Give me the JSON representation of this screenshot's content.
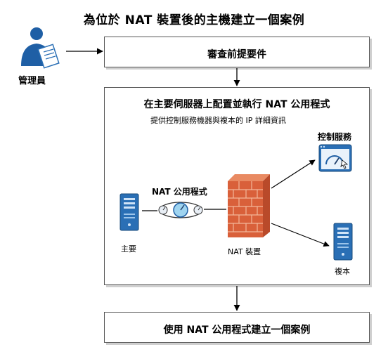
{
  "title": "為位於 NAT 裝置後的主機建立一個案例",
  "actor": {
    "label": "管理員"
  },
  "step1": {
    "label": "審查前提要件"
  },
  "step2": {
    "title": "在主要伺服器上配置並執行 NAT 公用程式",
    "subtitle": "提供控制服務機器與複本的 IP 詳細資訊"
  },
  "diagram": {
    "master_label": "主要",
    "nat_utility_label": "NAT 公用程式",
    "nat_device_label": "NAT 裝置",
    "control_service_label": "控制服務",
    "replica_label": "複本"
  },
  "step3": {
    "label": "使用 NAT 公用程式建立一個案例"
  },
  "colors": {
    "border": "#555555",
    "server_blue": "#2a6fb5",
    "wall_red": "#d9603a"
  }
}
